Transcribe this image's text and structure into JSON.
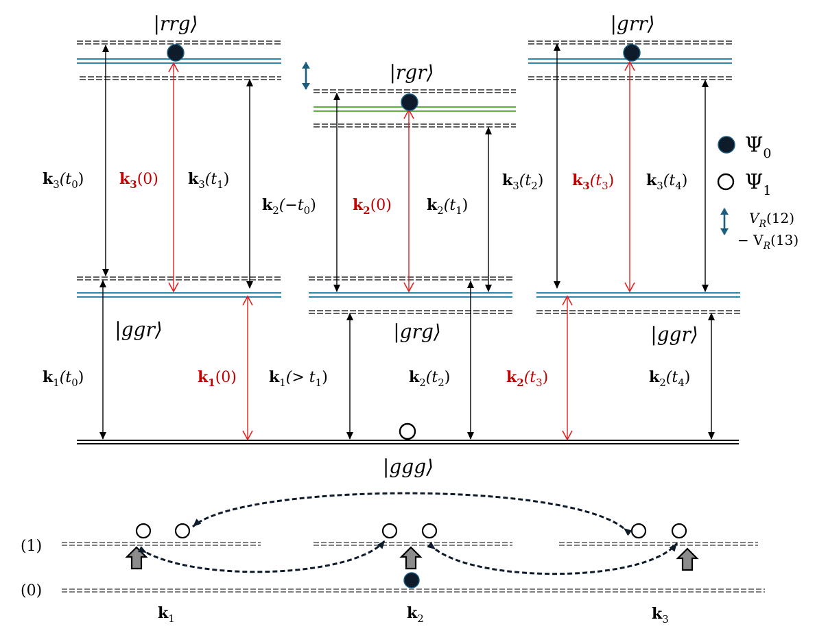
{
  "states": {
    "rrg": "|rrg⟩",
    "rgr": "|rgr⟩",
    "grr": "|grr⟩",
    "ggr_left": "|ggr⟩",
    "grg": "|grg⟩",
    "ggr_right": "|ggr⟩",
    "ggg": "|ggg⟩"
  },
  "transitions_upper": {
    "a": {
      "k": "k",
      "n": "3",
      "arg": "(t",
      "argsub": "0",
      "tail": ")"
    },
    "b": {
      "k": "k",
      "n": "3",
      "arg": "(0)"
    },
    "c": {
      "k": "k",
      "n": "3",
      "arg": "(t",
      "argsub": "1",
      "tail": ")"
    },
    "d": {
      "k": "k",
      "n": "2",
      "arg": "(−t",
      "argsub": "0",
      "tail": ")"
    },
    "e": {
      "k": "k",
      "n": "2",
      "arg": "(0)"
    },
    "f": {
      "k": "k",
      "n": "2",
      "arg": "(t",
      "argsub": "1",
      "tail": ")"
    },
    "g": {
      "k": "k",
      "n": "3",
      "arg": "(t",
      "argsub": "2",
      "tail": ")"
    },
    "h": {
      "k": "k",
      "n": "3",
      "arg": "(t",
      "argsub": "3",
      "tail": ")"
    },
    "i": {
      "k": "k",
      "n": "3",
      "arg": "(t",
      "argsub": "4",
      "tail": ")"
    }
  },
  "transitions_lower": {
    "a": {
      "k": "k",
      "n": "1",
      "arg": "(t",
      "argsub": "0",
      "tail": ")"
    },
    "b": {
      "k": "k",
      "n": "1",
      "arg": "(0)"
    },
    "c": {
      "k": "k",
      "n": "1",
      "arg": "(> t",
      "argsub": "1",
      "tail": ")"
    },
    "d": {
      "k": "k",
      "n": "2",
      "arg": "(t",
      "argsub": "2",
      "tail": ")"
    },
    "e": {
      "k": "k",
      "n": "2",
      "arg": "(t",
      "argsub": "3",
      "tail": ")"
    },
    "f": {
      "k": "k",
      "n": "2",
      "arg": "(t",
      "argsub": "4",
      "tail": ")"
    }
  },
  "legend": {
    "psi0": "Ψ",
    "psi0_sub": "0",
    "psi1": "Ψ",
    "psi1_sub": "1",
    "vr_line1_v": "V",
    "vr_line1_sub": "R",
    "vr_line1_arg": "(12)",
    "vr_line2_minus": "− V",
    "vr_line2_sub": "R",
    "vr_line2_arg": "(13)"
  },
  "bottom": {
    "level1": "(1)",
    "level0": "(0)",
    "k1": "k",
    "k1_sub": "1",
    "k2": "k",
    "k2_sub": "2",
    "k3": "k",
    "k3_sub": "3"
  },
  "colors": {
    "red": "#d42020",
    "dark_red": "#c00000",
    "blue_level": "#2e86ab",
    "green_level": "#5ab23a",
    "teal_arrow": "#1b5e80",
    "dot": "#0d1b2a"
  }
}
